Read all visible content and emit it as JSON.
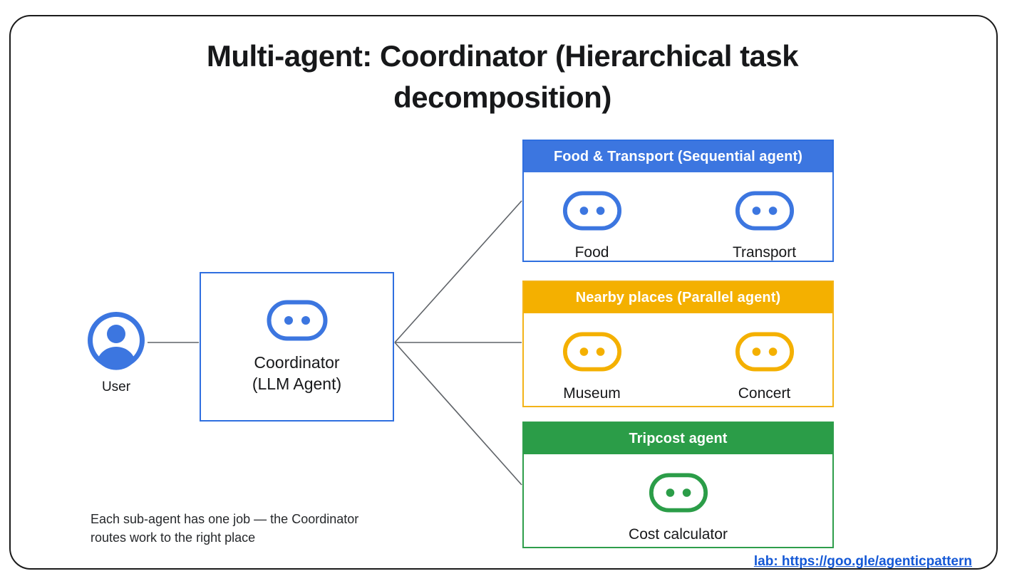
{
  "slide": {
    "title": "Multi-agent: Coordinator (Hierarchical task decomposition)",
    "note": "Each sub-agent has one job — the Coordinator\nroutes work to the right place",
    "lab_link": "lab: https://goo.gle/agenticpattern"
  },
  "colors": {
    "blue": "#3c76e0",
    "blue_border": "#2f6fe0",
    "yellow": "#f4b000",
    "yellow_border": "#f3b318",
    "green": "#2b9d48",
    "green_border": "#2e9e4b",
    "frame": "#1b1b1b",
    "connector": "#5f6368",
    "link": "#1458d6",
    "text": "#17181a"
  },
  "user": {
    "label": "User",
    "icon": "user-avatar-icon"
  },
  "coordinator": {
    "label": "Coordinator\n(LLM Agent)",
    "icon": "agent-icon"
  },
  "panels": [
    {
      "id": "sequential",
      "header": "Food & Transport (Sequential agent)",
      "accent": "#3c76e0",
      "tools": [
        {
          "label": "Food",
          "icon": "agent-icon"
        },
        {
          "label": "Transport",
          "icon": "agent-icon"
        }
      ]
    },
    {
      "id": "parallel",
      "header": "Nearby places (Parallel agent)",
      "accent": "#f4b000",
      "tools": [
        {
          "label": "Museum",
          "icon": "agent-icon"
        },
        {
          "label": "Concert",
          "icon": "agent-icon"
        }
      ]
    },
    {
      "id": "tripcost",
      "header": "Tripcost agent",
      "accent": "#2b9d48",
      "tools": [
        {
          "label": "Cost calculator",
          "icon": "agent-icon"
        }
      ]
    }
  ],
  "connectors": [
    {
      "from": "coordinator",
      "to": "panel-sequential"
    },
    {
      "from": "coordinator",
      "to": "panel-parallel"
    },
    {
      "from": "coordinator",
      "to": "panel-tripcost"
    },
    {
      "from": "user",
      "to": "coordinator"
    }
  ]
}
